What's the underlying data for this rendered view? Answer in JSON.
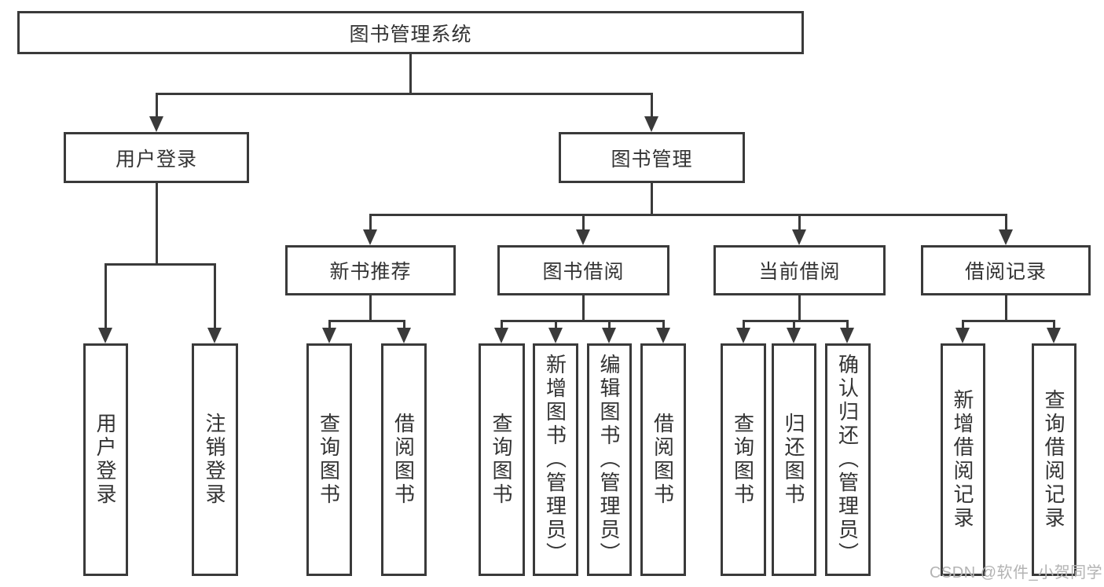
{
  "diagram": {
    "nodes": {
      "root": "图书管理系统",
      "user_login": "用户登录",
      "book_management": "图书管理",
      "new_book_recommendation": "新书推荐",
      "book_borrowing": "图书借阅",
      "current_borrowing": "当前借阅",
      "borrowing_records": "借阅记录"
    },
    "leaves": [
      "用户登录",
      "注销登录",
      "查询图书",
      "借阅图书",
      "查询图书",
      "新增图书（管理员）",
      "编辑图书（管理员）",
      "借阅图书",
      "查询图书",
      "归还图书",
      "确认归还（管理员）",
      "新增借阅记录",
      "查询借阅记录"
    ],
    "hierarchy": {
      "图书管理系统": [
        "用户登录",
        "图书管理"
      ],
      "用户登录": [
        "用户登录",
        "注销登录"
      ],
      "图书管理": [
        "新书推荐",
        "图书借阅",
        "当前借阅",
        "借阅记录"
      ],
      "新书推荐": [
        "查询图书",
        "借阅图书"
      ],
      "图书借阅": [
        "查询图书",
        "新增图书（管理员）",
        "编辑图书（管理员）",
        "借阅图书"
      ],
      "当前借阅": [
        "查询图书",
        "归还图书",
        "确认归还（管理员）"
      ],
      "借阅记录": [
        "新增借阅记录",
        "查询借阅记录"
      ]
    }
  },
  "watermark": "CSDN @软件_小贺同学",
  "colors": {
    "line": "#3a3a3a",
    "text": "#333333",
    "watermark": "#b3b3b3",
    "background": "#ffffff"
  }
}
